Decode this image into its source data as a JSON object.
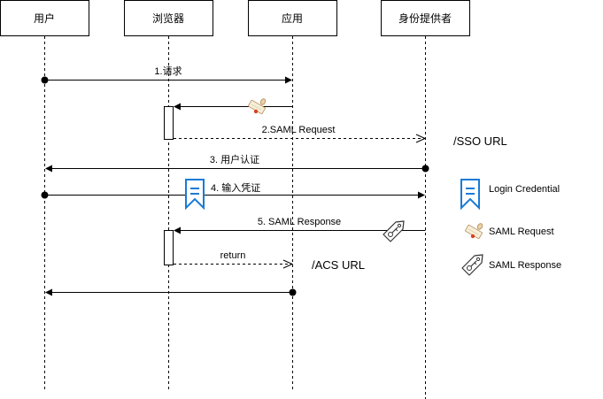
{
  "participants": [
    {
      "id": "user",
      "label": "用户"
    },
    {
      "id": "browser",
      "label": "浏览器"
    },
    {
      "id": "app",
      "label": "应用"
    },
    {
      "id": "idp",
      "label": "身份提供者"
    }
  ],
  "messages": [
    {
      "label": "1.请求",
      "from": "user",
      "to": "app",
      "style": "solid"
    },
    {
      "label": "",
      "from": "app",
      "to": "browser",
      "style": "solid",
      "icon": "saml-request-scroll"
    },
    {
      "label": "2.SAML Request",
      "from": "browser",
      "to": "idp",
      "style": "dashed"
    },
    {
      "label": "3. 用户认证",
      "from": "idp",
      "to": "user",
      "style": "solid"
    },
    {
      "label": "4. 输入凭证",
      "from": "user",
      "to": "idp",
      "style": "solid",
      "icon": "login-credential-bookmark"
    },
    {
      "label": "5. SAML Response",
      "from": "idp",
      "to": "browser",
      "style": "solid",
      "icon": "saml-response-tag"
    },
    {
      "label": "return",
      "from": "browser",
      "to": "app",
      "style": "dashed"
    },
    {
      "label": "",
      "from": "app",
      "to": "user",
      "style": "solid"
    }
  ],
  "annotations": {
    "sso_url": "/SSO URL",
    "acs_url": "/ACS URL"
  },
  "legend": [
    {
      "icon": "login-credential-bookmark",
      "label": "Login Credential"
    },
    {
      "icon": "saml-request-scroll",
      "label": "SAML Request"
    },
    {
      "icon": "saml-response-tag",
      "label": "SAML Response"
    }
  ],
  "colors": {
    "credential": "#1a7bd6",
    "line": "#000000"
  }
}
